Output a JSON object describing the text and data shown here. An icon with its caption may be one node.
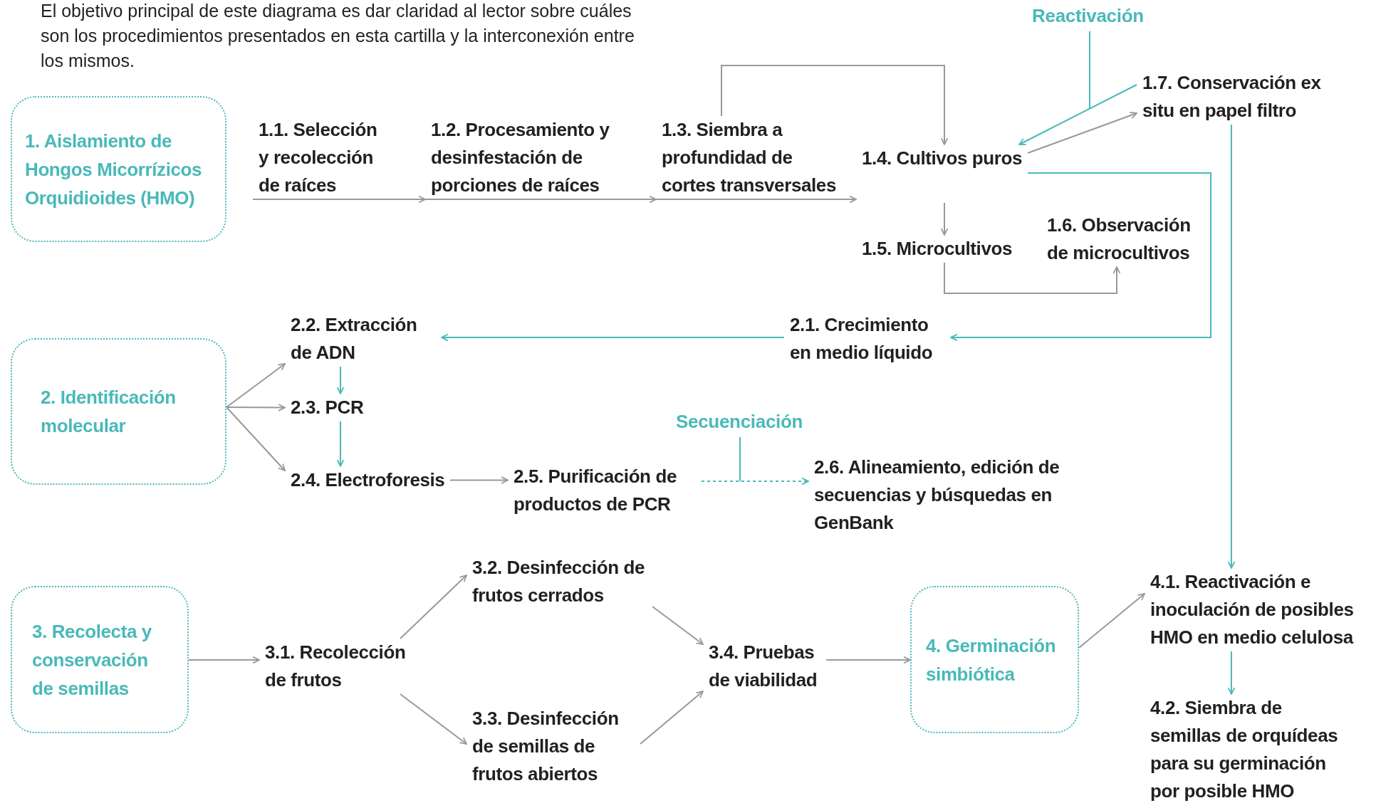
{
  "diagram": {
    "nodes": [
      {
        "text": [
          "1. Aislamiento de Hongos Micorrízicos Orquidioides (HMO)"
        ]
      },
      {
        "text": [
          "1.1. Selección y recolección de raíces"
        ]
      },
      {
        "text": [
          "1.2. Procesamiento y desinfestación de porciones de raíces"
        ]
      },
      {
        "text": [
          "1.3. Siembra a profundidad de cortes transversales"
        ]
      },
      {
        "text": [
          "1.4. Cultivos puros"
        ]
      },
      {
        "text": [
          "1.5. Microcultivos"
        ]
      },
      {
        "text": [
          "1.6. Observación de microcultivos"
        ]
      },
      {
        "text": [
          "1.7. Conservación ex situ en papel filtro"
        ]
      },
      {
        "text": [
          "2. Identificación molecular"
        ]
      },
      {
        "text": [
          "2.1. Crecimiento en medio líquido"
        ]
      },
      {
        "text": [
          "2.2. Extracción de ADN"
        ]
      },
      {
        "text": [
          "2.3. PCR"
        ]
      },
      {
        "text": [
          "2.4. Electroforesis"
        ]
      },
      {
        "text": [
          "2.5. Purificación de productos de PCR"
        ]
      },
      {
        "text": [
          "2.6. Alineamiento, edición de secuencias y búsquedas en GenBank"
        ]
      },
      {
        "text": [
          "3. Recolecta y conservación de semillas"
        ]
      },
      {
        "text": [
          "3.1. Recolección de frutos"
        ]
      },
      {
        "text": [
          "3.2. Desinfección de frutos cerrados"
        ]
      },
      {
        "text": [
          "3.3. Desinfección de semillas de frutos abiertos"
        ]
      },
      {
        "text": [
          "3.4. Pruebas de viabilidad"
        ]
      },
      {
        "text": [
          "4. Germinación simbiótica"
        ]
      },
      {
        "text": [
          "4.1. Reactivación e inoculación de posibles HMO en medio celulosa"
        ]
      },
      {
        "text": [
          "4.2. Siembra de semillas de orquídeas para su germinación por posible HMO"
        ]
      }
    ],
    "edges": [
      {
        "from": 1,
        "to": 2,
        "arrow": "to"
      },
      {
        "from": 2,
        "to": 3,
        "arrow": "to"
      },
      {
        "from": 3,
        "to": 4,
        "arrow": "to"
      },
      {
        "from": 3,
        "to": 4,
        "arrow": "to"
      },
      {
        "from": 4,
        "to": 5,
        "arrow": "to"
      },
      {
        "from": 5,
        "to": 6,
        "arrow": "to"
      },
      {
        "from": 4,
        "to": 7,
        "arrow": "to"
      },
      {
        "from": 7,
        "to": 4,
        "arrow": "to",
        "label": "Reactivación",
        "color": "#4ab9b9"
      },
      {
        "from": 4,
        "to": 9,
        "arrow": "to",
        "color": "#4ab9b9"
      },
      {
        "from": 7,
        "to": 21,
        "arrow": "to",
        "color": "#4ab9b9"
      },
      {
        "from": 9,
        "to": 10,
        "arrow": "to",
        "color": "#4ab9b9"
      },
      {
        "from": 8,
        "to": 10,
        "arrow": "to"
      },
      {
        "from": 8,
        "to": 11,
        "arrow": "to"
      },
      {
        "from": 8,
        "to": 12,
        "arrow": "to"
      },
      {
        "from": 10,
        "to": 11,
        "arrow": "to",
        "color": "#4ab9b9"
      },
      {
        "from": 11,
        "to": 12,
        "arrow": "to",
        "color": "#4ab9b9"
      },
      {
        "from": 12,
        "to": 13,
        "arrow": "to"
      },
      {
        "from": 13,
        "to": 14,
        "arrow": "to",
        "label": "Secuenciación",
        "style": "dashed",
        "color": "#4ab9b9"
      },
      {
        "from": 15,
        "to": 16,
        "arrow": "to"
      },
      {
        "from": 16,
        "to": 17,
        "arrow": "to"
      },
      {
        "from": 16,
        "to": 18,
        "arrow": "to"
      },
      {
        "from": 17,
        "to": 19,
        "arrow": "to"
      },
      {
        "from": 18,
        "to": 19,
        "arrow": "to"
      },
      {
        "from": 19,
        "to": 20,
        "arrow": "to"
      },
      {
        "from": 20,
        "to": 21,
        "arrow": "to"
      },
      {
        "from": 21,
        "to": 22,
        "arrow": "to",
        "color": "#4ab9b9"
      }
    ],
    "labels": [
      "El objetivo principal de este diagrama es dar claridad al lector sobre cuáles son los procedimientos presentados en esta cartilla y la interconexión entre los mismos."
    ]
  }
}
